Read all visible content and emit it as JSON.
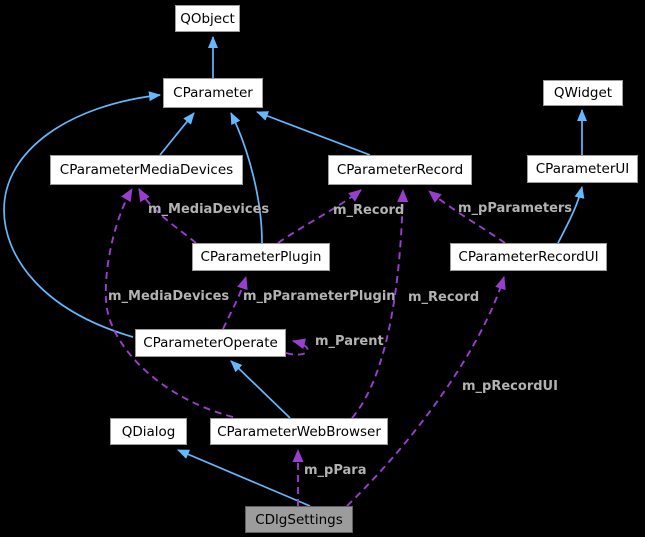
{
  "diagram": {
    "kind": "collaboration-graph",
    "focus_node": "CDlgSettings"
  },
  "colors": {
    "background": "#000000",
    "inheritance_edge": "#63b8ff",
    "usage_edge": "#9a3ed0",
    "edge_label_text": "#b2b2b2",
    "node_fill": "#ffffff",
    "node_border": "#9c9c9c",
    "node_text": "#000000",
    "focus_node_fill": "#9c9c9c",
    "focus_node_border": "#606060"
  },
  "nodes": [
    {
      "id": "qobject",
      "label": "QObject"
    },
    {
      "id": "cparameter",
      "label": "CParameter"
    },
    {
      "id": "cparametermediadevices",
      "label": "CParameterMediaDevices"
    },
    {
      "id": "cparameterrecord",
      "label": "CParameterRecord"
    },
    {
      "id": "qwidget",
      "label": "QWidget"
    },
    {
      "id": "cparameterui",
      "label": "CParameterUI"
    },
    {
      "id": "cparameterplugin",
      "label": "CParameterPlugin"
    },
    {
      "id": "cparameterrecordui",
      "label": "CParameterRecordUI"
    },
    {
      "id": "cparameteroperate",
      "label": "CParameterOperate"
    },
    {
      "id": "qdialog",
      "label": "QDialog"
    },
    {
      "id": "cparameterwebbrowser",
      "label": "CParameterWebBrowser"
    },
    {
      "id": "cdlgsettings",
      "label": "CDlgSettings"
    }
  ],
  "edge_labels": [
    {
      "text": "m_MediaDevices"
    },
    {
      "text": "m_Record"
    },
    {
      "text": "m_pParameters"
    },
    {
      "text": "m_MediaDevices"
    },
    {
      "text": "m_pParameterPlugin"
    },
    {
      "text": "m_Record"
    },
    {
      "text": "m_Parent"
    },
    {
      "text": "m_pRecordUI"
    },
    {
      "text": "m_pPara"
    }
  ],
  "edges": [
    {
      "from": "CParameter",
      "to": "QObject",
      "type": "inheritance"
    },
    {
      "from": "CParameterMediaDevices",
      "to": "CParameter",
      "type": "inheritance"
    },
    {
      "from": "CParameterPlugin",
      "to": "CParameter",
      "type": "inheritance"
    },
    {
      "from": "CParameterRecord",
      "to": "CParameter",
      "type": "inheritance"
    },
    {
      "from": "CParameterOperate",
      "to": "CParameter",
      "type": "inheritance"
    },
    {
      "from": "CParameterUI",
      "to": "QWidget",
      "type": "inheritance"
    },
    {
      "from": "CParameterRecordUI",
      "to": "CParameterUI",
      "type": "inheritance"
    },
    {
      "from": "CParameterWebBrowser",
      "to": "CParameterOperate",
      "type": "inheritance"
    },
    {
      "from": "CDlgSettings",
      "to": "QDialog",
      "type": "inheritance"
    },
    {
      "from": "CParameterPlugin",
      "to": "CParameterMediaDevices",
      "type": "usage",
      "label": "m_MediaDevices"
    },
    {
      "from": "CParameterWebBrowser",
      "to": "CParameterMediaDevices",
      "type": "usage",
      "label": "m_MediaDevices"
    },
    {
      "from": "CParameterPlugin",
      "to": "CParameterRecord",
      "type": "usage",
      "label": "m_Record"
    },
    {
      "from": "CParameterWebBrowser",
      "to": "CParameterRecord",
      "type": "usage",
      "label": "m_Record"
    },
    {
      "from": "CParameterRecordUI",
      "to": "CParameterRecord",
      "type": "usage",
      "label": "m_pParameters"
    },
    {
      "from": "CParameterOperate",
      "to": "CParameterPlugin",
      "type": "usage",
      "label": "m_pParameterPlugin"
    },
    {
      "from": "CParameterOperate",
      "to": "CParameterOperate",
      "type": "usage",
      "label": "m_Parent"
    },
    {
      "from": "CDlgSettings",
      "to": "CParameterWebBrowser",
      "type": "usage",
      "label": "m_pPara"
    },
    {
      "from": "CDlgSettings",
      "to": "CParameterRecordUI",
      "type": "usage",
      "label": "m_pRecordUI"
    }
  ]
}
